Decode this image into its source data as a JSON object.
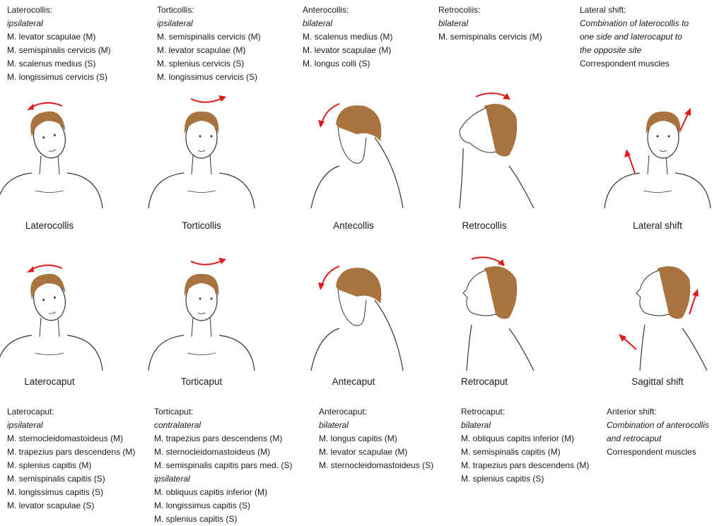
{
  "colors": {
    "hair": "#a8733f",
    "arrow": "#e01818",
    "line": "#333333"
  },
  "top_texts": [
    {
      "title": "Laterocollis:",
      "side": "ipsilateral",
      "lines": [
        "M. levator scapulae (M)",
        "M. semispinalis cervicis (M)",
        "M. scalenus medius (S)",
        "M. longissimus cervicis (S)"
      ]
    },
    {
      "title": "Torticollis:",
      "side": "ipsilateral",
      "lines": [
        "M. semispinalis cervicis (M)",
        "M. levator scapulae (M)",
        "M. splenius cervicis (S)",
        "M. longissimus cervicis (S)"
      ]
    },
    {
      "title": "Anterocollis:",
      "side": "bilateral",
      "lines": [
        "M. scalenus medius (M)",
        "M. levator scapulae (M)",
        "M. longus colli (S)"
      ]
    },
    {
      "title": "Retrocoliis:",
      "side": "bilateral",
      "lines": [
        "M. semispinalis cervicis (M)"
      ]
    },
    {
      "title": "Lateral shift:",
      "desc": [
        "Combination of laterocollis to",
        "one side and laterocaput to",
        "the opposite site"
      ],
      "lines": [
        "Correspondent muscles"
      ]
    }
  ],
  "row1_labels": [
    "Laterocollis",
    "Torticollis",
    "Antecollis",
    "Retrocollis",
    "Lateral shift"
  ],
  "row2_labels": [
    "Laterocaput",
    "Torticaput",
    "Antecaput",
    "Retrocaput",
    "Sagittal shift"
  ],
  "bottom_texts": [
    {
      "title": "Laterocaput:",
      "side": "ipsilateral",
      "lines": [
        "M. sternocleidomastoideus (M)",
        "M. trapezius pars descendens (M)",
        "M. splenius capitis (M)",
        "M. semispinalis capitis (S)",
        "M. longissimus capitis (S)",
        "M. levator scapulae (S)"
      ]
    },
    {
      "title": "Torticaput:",
      "side": "contralateral",
      "lines": [
        "M. trapezius pars descendens (M)",
        "M. sternocleidomastoideus (M)",
        "M. semispinalis capitis pars med. (S)"
      ],
      "side2": "ipsilateral",
      "lines2": [
        "M. obliquus capitis inferior (M)",
        "M. longissimus capitis (S)",
        "M. splenius capitis (S)"
      ]
    },
    {
      "title": "Anterocaput:",
      "side": "bilateral",
      "lines": [
        "M. longus capitis (M)",
        "M. levator scapulae (M)",
        "M. sternocleidomastoideus (S)"
      ]
    },
    {
      "title": "Retrocaput:",
      "side": "bilateral",
      "lines": [
        "M. obliquus capitis inferior (M)",
        "M. semispinalis capitis (M)",
        "M. trapezius pars descendens (M)",
        "M. splenius capitis (S)"
      ]
    },
    {
      "title": "Anterior shift:",
      "desc": [
        "Combination of anterocollis",
        "and retrocaput"
      ],
      "lines": [
        "Correspondent muscles"
      ]
    }
  ]
}
